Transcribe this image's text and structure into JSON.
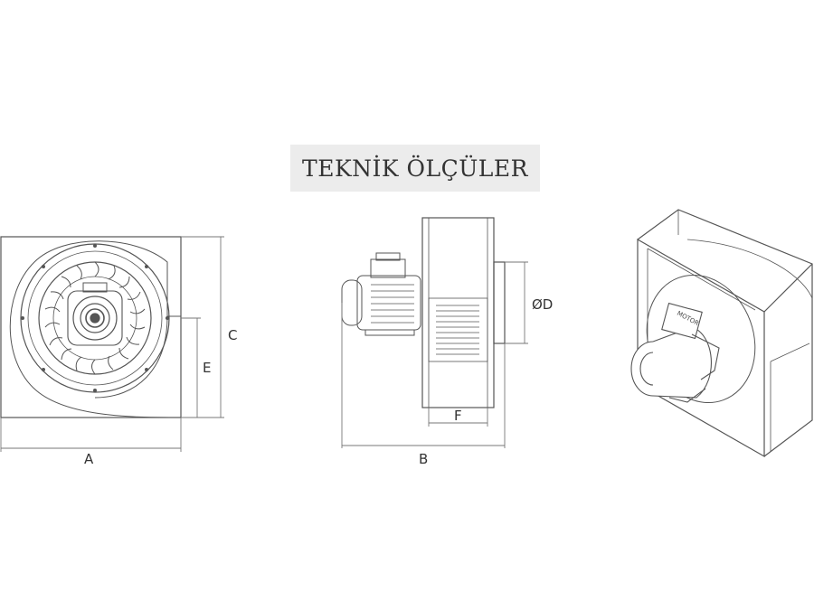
{
  "title": "TEKNİK ÖLÇÜLER",
  "dimensions": {
    "a": "A",
    "b": "B",
    "c": "C",
    "d": "ØD",
    "e": "E",
    "f": "F"
  },
  "motor_label": "MOTOR",
  "colors": {
    "line": "#555555",
    "dim": "#777777",
    "title_bg": "#ececec"
  }
}
